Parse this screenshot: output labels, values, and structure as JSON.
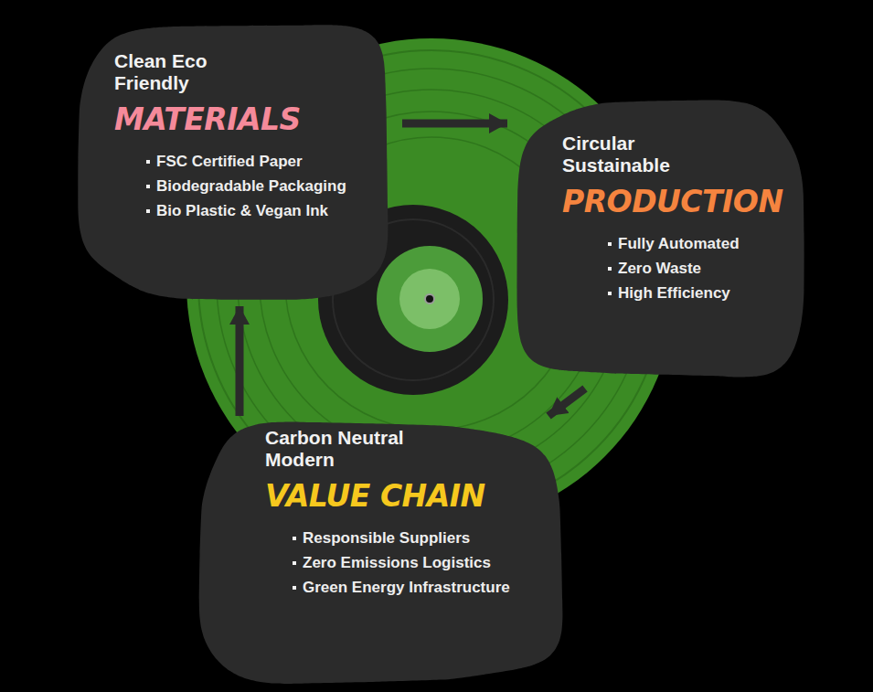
{
  "diagram": {
    "nodes": [
      {
        "text": [
          "Clean Eco Friendly",
          "MATERIALS",
          "FSC Certified Paper",
          "Biodegradable Packaging",
          "Bio Plastic & Vegan Ink"
        ]
      },
      {
        "text": [
          "Circular Sustainable",
          "PRODUCTION",
          "Fully Automated",
          "Zero Waste",
          "High Efficiency"
        ]
      },
      {
        "text": [
          "Carbon Neutral Modern",
          "VALUE CHAIN",
          "Responsible Suppliers",
          "Zero Emissions Logistics",
          "Green Energy Infrastructure"
        ]
      }
    ],
    "edges": [
      {
        "from": 0,
        "to": 1,
        "arrow": "to"
      },
      {
        "from": 1,
        "to": 2,
        "arrow": "to"
      },
      {
        "from": 2,
        "to": 0,
        "arrow": "to"
      }
    ]
  }
}
